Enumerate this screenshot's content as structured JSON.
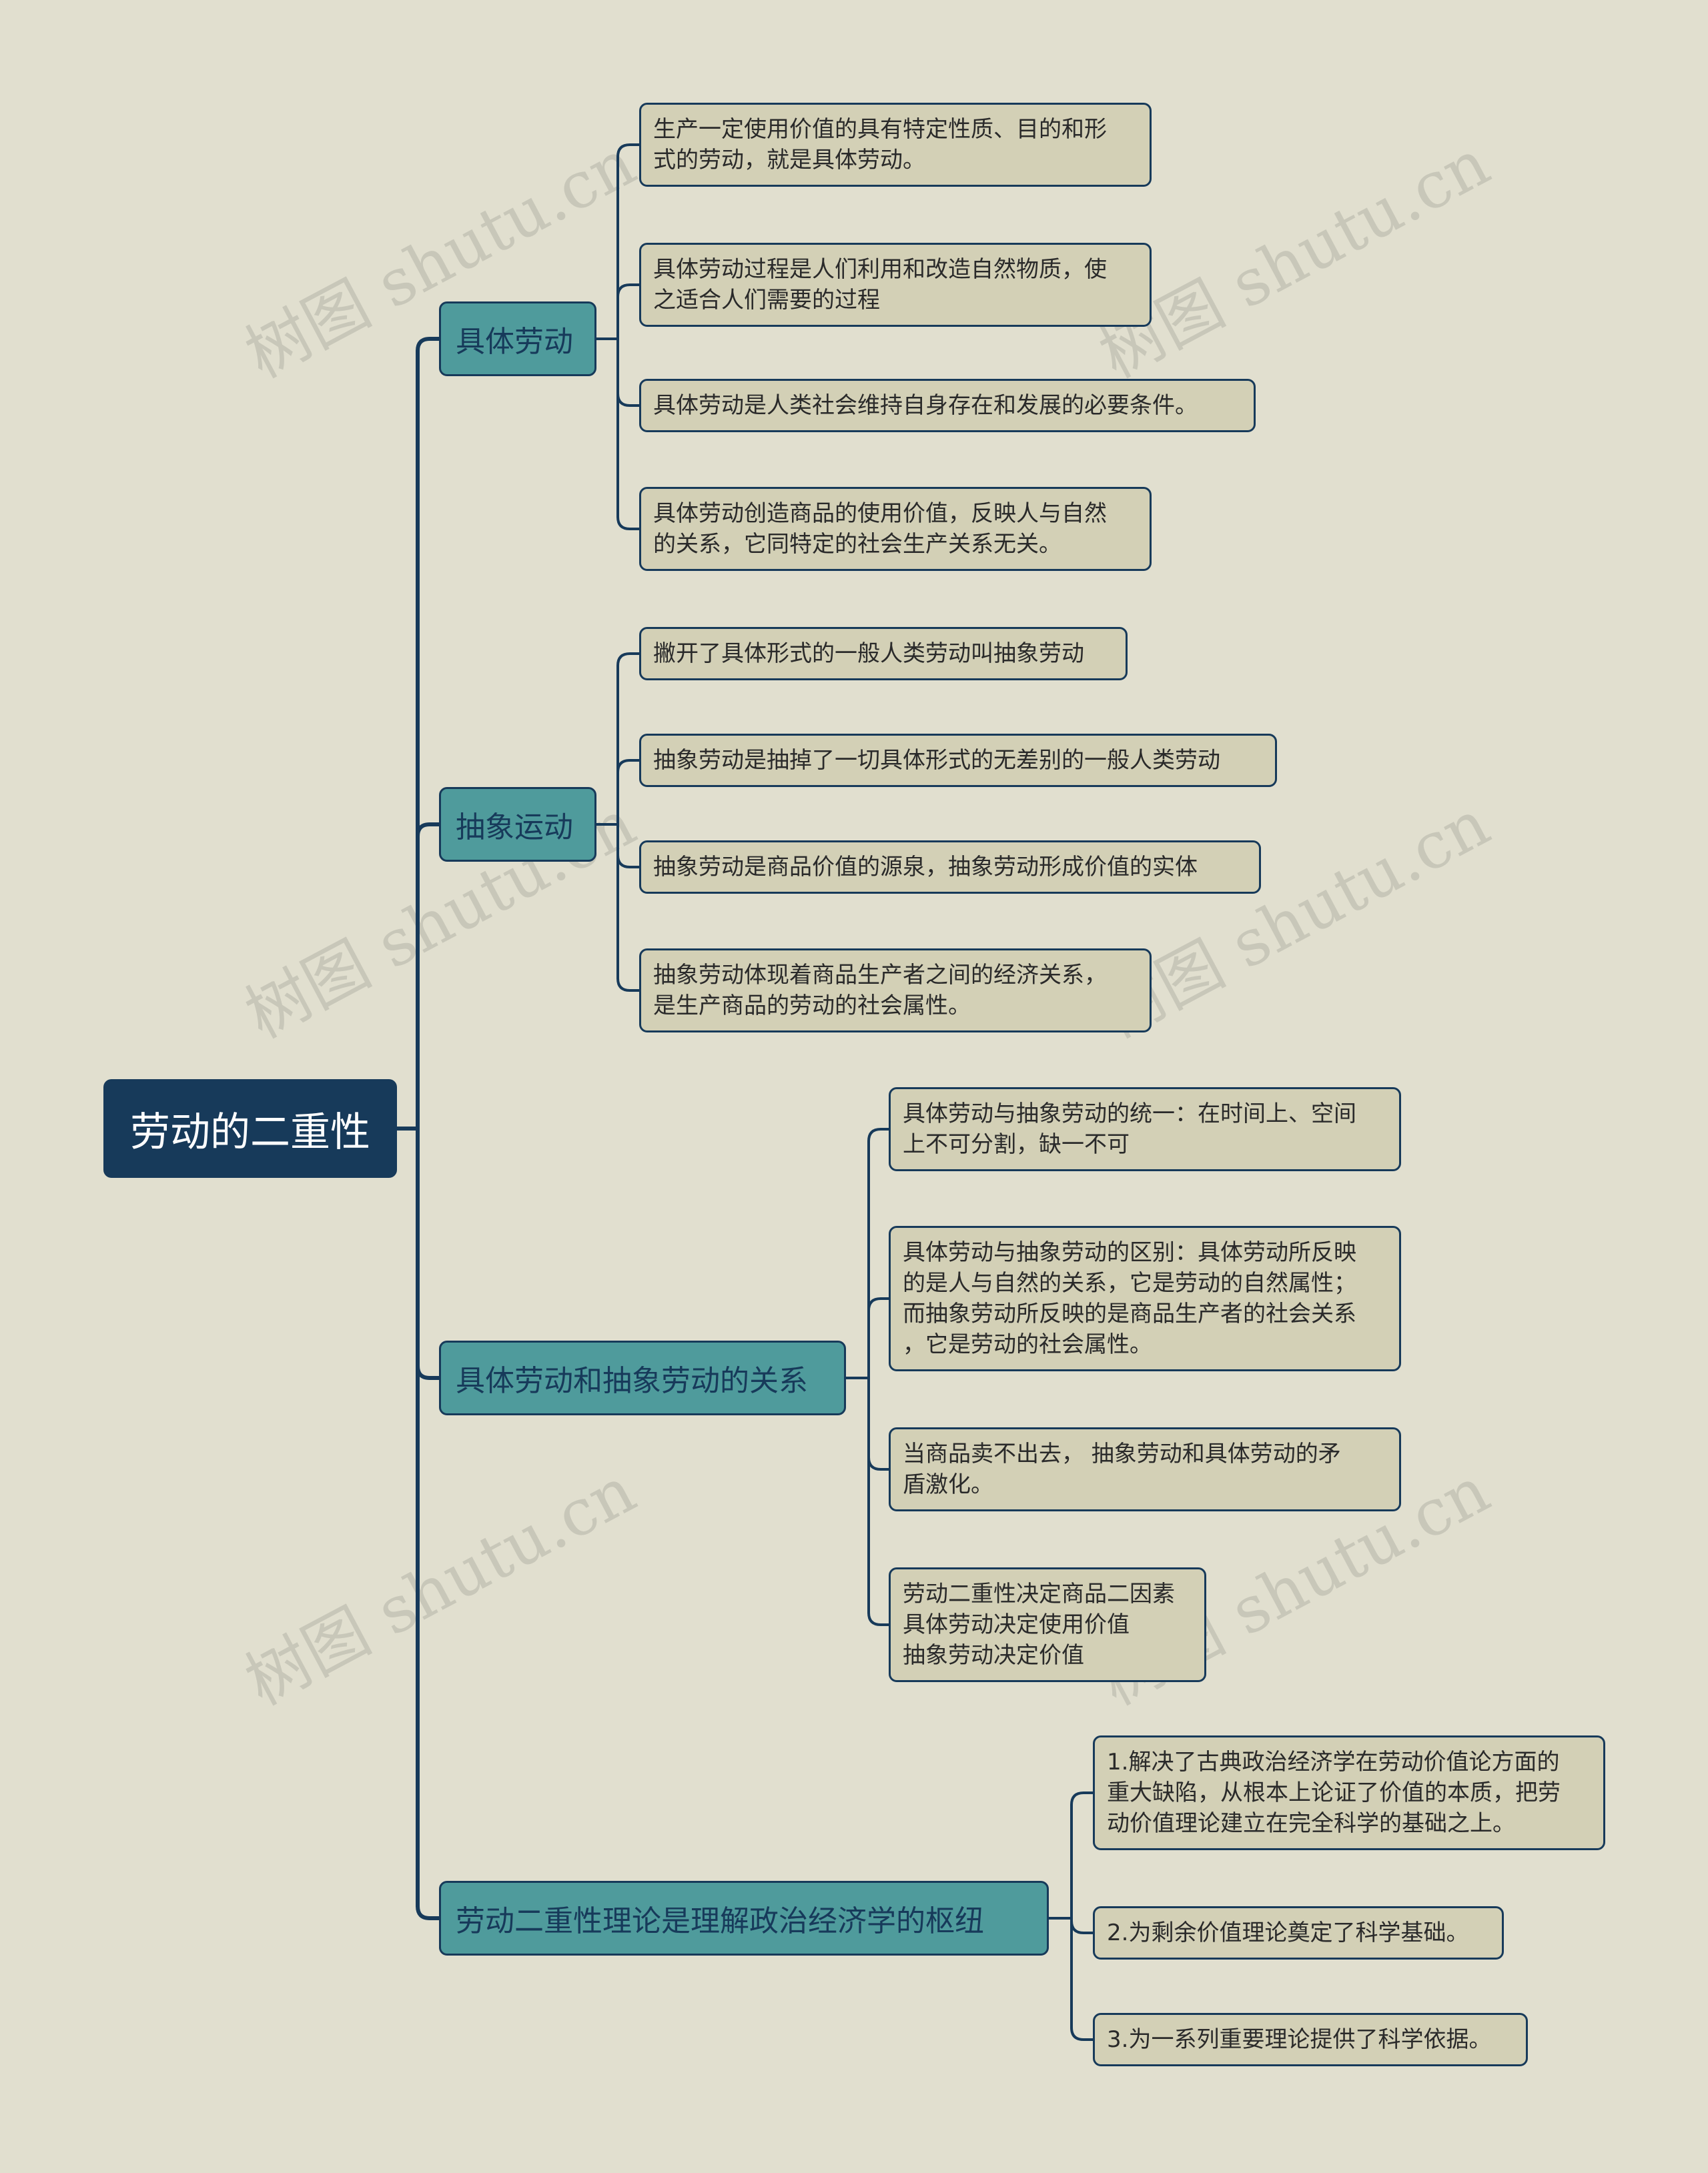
{
  "watermark": "树图 shutu.cn",
  "colors": {
    "background": "#e1dfcf",
    "root_fill": "#173a5a",
    "branch_fill": "#4f9b9c",
    "leaf_fill": "#d3d0b6",
    "line": "#173a5a"
  },
  "root": {
    "label": "劳动的二重性"
  },
  "branches": [
    {
      "label": "具体劳动",
      "children": [
        {
          "lines": [
            "生产一定使用价值的具有特定性质、目的和形",
            "式的劳动，就是具体劳动。"
          ]
        },
        {
          "lines": [
            "具体劳动过程是人们利用和改造自然物质，使",
            "之适合人们需要的过程"
          ]
        },
        {
          "lines": [
            "具体劳动是人类社会维持自身存在和发展的必要条件。"
          ]
        },
        {
          "lines": [
            "具体劳动创造商品的使用价值，反映人与自然",
            "的关系，它同特定的社会生产关系无关。"
          ]
        }
      ]
    },
    {
      "label": "抽象运动",
      "children": [
        {
          "lines": [
            "撇开了具体形式的一般人类劳动叫抽象劳动"
          ]
        },
        {
          "lines": [
            "抽象劳动是抽掉了一切具体形式的无差别的一般人类劳动"
          ]
        },
        {
          "lines": [
            "抽象劳动是商品价值的源泉，抽象劳动形成价值的实体"
          ]
        },
        {
          "lines": [
            "抽象劳动体现着商品生产者之间的经济关系，",
            "是生产商品的劳动的社会属性。"
          ]
        }
      ]
    },
    {
      "label": "具体劳动和抽象劳动的关系",
      "children": [
        {
          "lines": [
            "具体劳动与抽象劳动的统一：在时间上、空间",
            "上不可分割，缺一不可"
          ]
        },
        {
          "lines": [
            "具体劳动与抽象劳动的区别：具体劳动所反映",
            "的是人与自然的关系，它是劳动的自然属性；",
            "而抽象劳动所反映的是商品生产者的社会关系",
            "，它是劳动的社会属性。"
          ]
        },
        {
          "lines": [
            "当商品卖不出去， 抽象劳动和具体劳动的矛",
            "盾激化。"
          ]
        },
        {
          "lines": [
            "劳动二重性决定商品二因素",
            "具体劳动决定使用价值",
            "抽象劳动决定价值"
          ]
        }
      ]
    },
    {
      "label": "劳动二重性理论是理解政治经济学的枢纽",
      "children": [
        {
          "lines": [
            "1.解决了古典政治经济学在劳动价值论方面的",
            "重大缺陷，从根本上论证了价值的本质，把劳",
            "动价值理论建立在完全科学的基础之上。"
          ]
        },
        {
          "lines": [
            "2.为剩余价值理论奠定了科学基础。"
          ]
        },
        {
          "lines": [
            "3.为一系列重要理论提供了科学依据。"
          ]
        }
      ]
    }
  ]
}
